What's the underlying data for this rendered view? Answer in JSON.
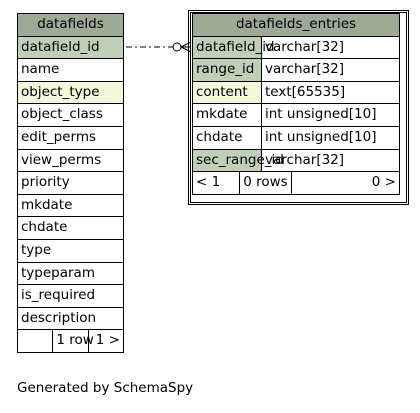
{
  "datafields": {
    "name": "datafields",
    "columns": [
      {
        "name": "datafield_id",
        "kind": "pk"
      },
      {
        "name": "name",
        "kind": "plain"
      },
      {
        "name": "object_type",
        "kind": "idx"
      },
      {
        "name": "object_class",
        "kind": "plain"
      },
      {
        "name": "edit_perms",
        "kind": "plain"
      },
      {
        "name": "view_perms",
        "kind": "plain"
      },
      {
        "name": "priority",
        "kind": "plain"
      },
      {
        "name": "mkdate",
        "kind": "plain"
      },
      {
        "name": "chdate",
        "kind": "plain"
      },
      {
        "name": "type",
        "kind": "plain"
      },
      {
        "name": "typeparam",
        "kind": "plain"
      },
      {
        "name": "is_required",
        "kind": "plain"
      },
      {
        "name": "description",
        "kind": "plain"
      }
    ],
    "footer": {
      "rows": "1 row",
      "children": "1 >"
    }
  },
  "datafields_entries": {
    "name": "datafields_entries",
    "columns": [
      {
        "name": "datafield_id",
        "type": "varchar[32]",
        "kind": "pk"
      },
      {
        "name": "range_id",
        "type": "varchar[32]",
        "kind": "pk"
      },
      {
        "name": "content",
        "type": "text[65535]",
        "kind": "idx"
      },
      {
        "name": "mkdate",
        "type": "int unsigned[10]",
        "kind": "plain"
      },
      {
        "name": "chdate",
        "type": "int unsigned[10]",
        "kind": "plain"
      },
      {
        "name": "sec_range_id",
        "type": "varchar[32]",
        "kind": "pk"
      }
    ],
    "footer": {
      "parents": "< 1",
      "rows": "0 rows",
      "children": "0 >"
    }
  },
  "colors": {
    "header": "#9bab96",
    "primary_key": "#bed1b8",
    "indexed": "#f4f7da"
  },
  "credit": "Generated by SchemaSpy"
}
